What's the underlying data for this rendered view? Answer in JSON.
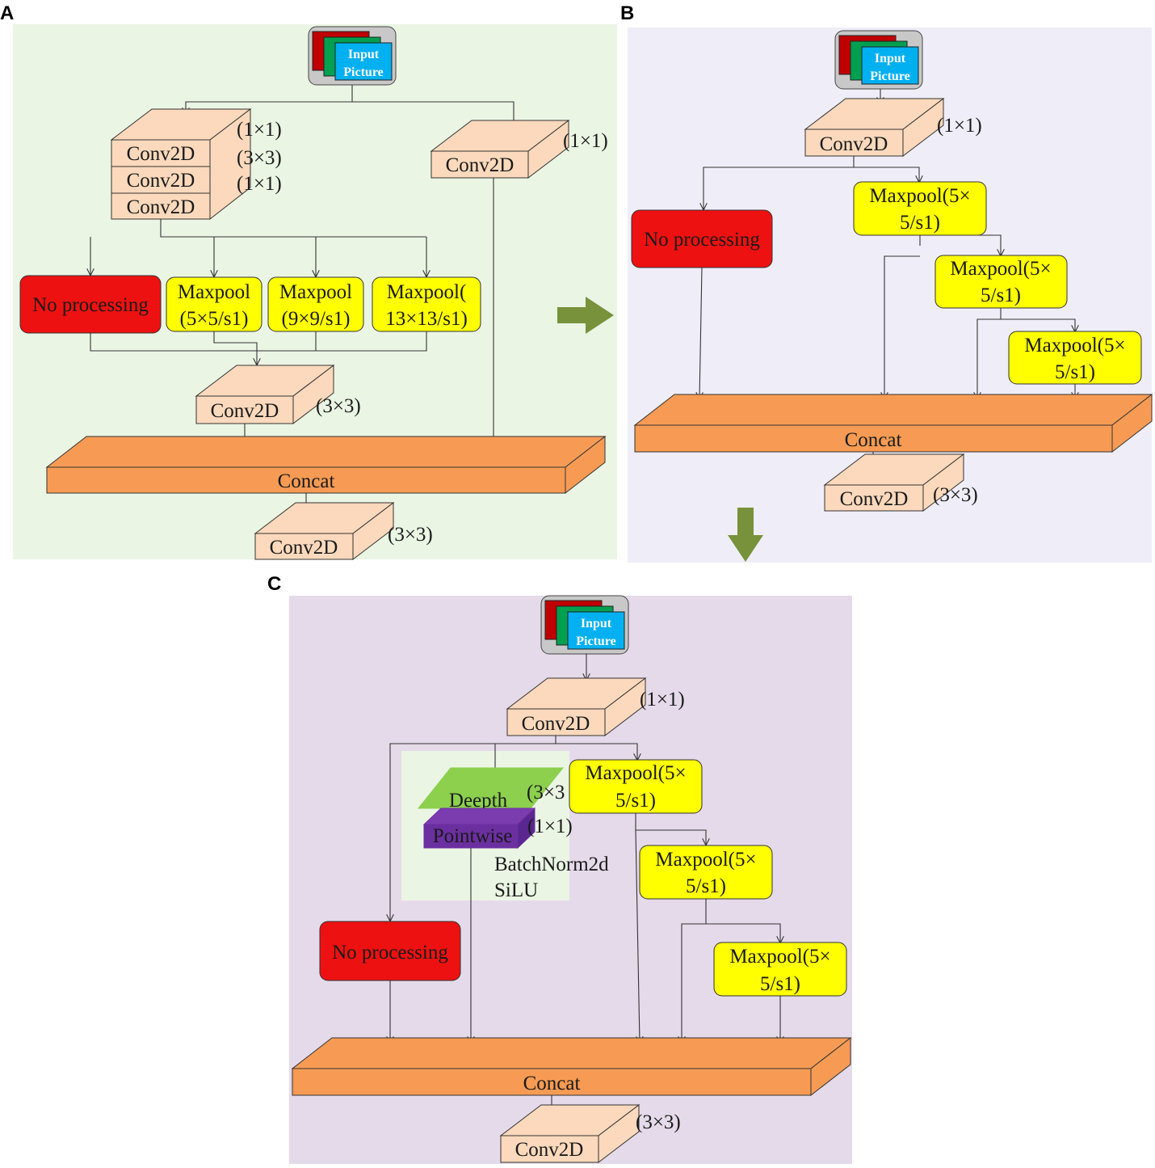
{
  "panels": {
    "a": "A",
    "b": "B",
    "c": "C"
  },
  "labels": {
    "input_line1": "Input",
    "input_line2": "Picture",
    "conv": "Conv2D",
    "k1": "(1×1)",
    "k3": "(3×3)",
    "no_processing": "No processing",
    "concat": "Concat",
    "a_mp1_l1": "Maxpool",
    "a_mp1_l2": "(5×5/s1)",
    "a_mp2_l1": "Maxpool",
    "a_mp2_l2": "(9×9/s1)",
    "a_mp3_l1": "Maxpool(",
    "a_mp3_l2": "13×13/s1)",
    "mp5_l1": "Maxpool(5×",
    "mp5_l2": "5/s1)",
    "deepth": "Deepth",
    "deepth_k": "(3×3",
    "pointwise": "Pointwise",
    "batchnorm": "BatchNorm2d",
    "silu": "SiLU"
  },
  "colors": {
    "panel_a_bg": "#ebf5e4",
    "panel_b_bg": "#efeef8",
    "panel_c_bg": "#e5daea",
    "conv_front": "#fcd9bc",
    "concat": "#f79b54",
    "no_processing": "#ee1111",
    "maxpool": "#ffff00",
    "transition_arrow": "#77923a",
    "deepth": "#8cd04e",
    "pointwise": "#6b2fa0",
    "input_red": "#c00000",
    "input_green": "#00a050",
    "input_blue": "#00b0f0"
  }
}
